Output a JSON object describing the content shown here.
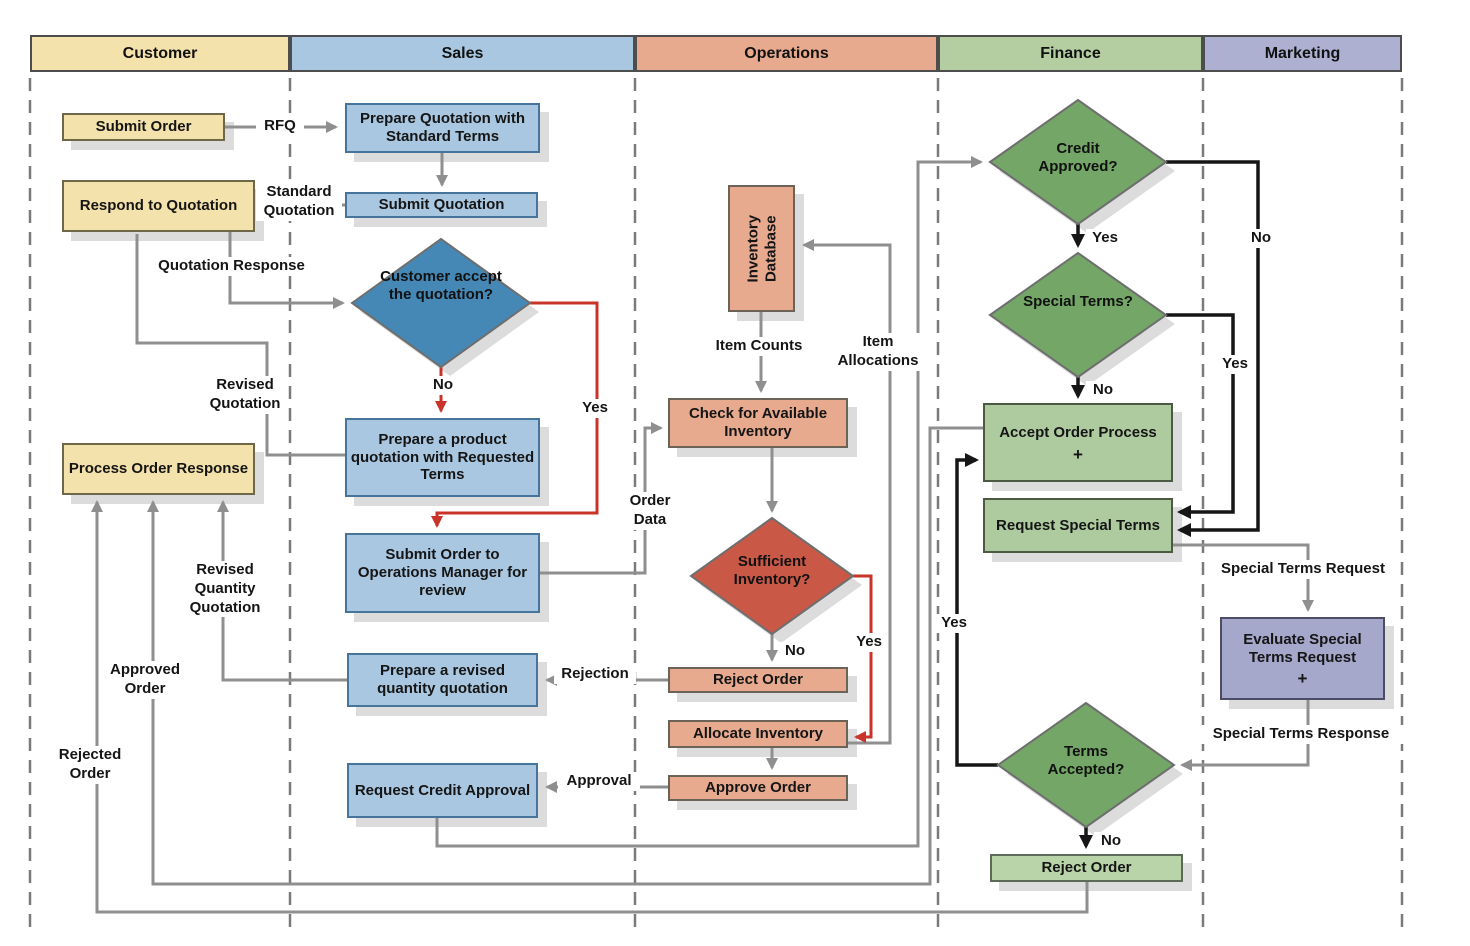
{
  "title": "Order process swimlane flowchart",
  "palette": {
    "lane_customer": "#F4E2AC",
    "lane_sales": "#A9C7E0",
    "lane_operations": "#E7AA8F",
    "lane_finance": "#B4CEA2",
    "lane_marketing": "#AEB0D1",
    "decision_blue": "#4588B5",
    "decision_red": "#C95847",
    "decision_green": "#73A667",
    "connector_gray": "#8f8f8f",
    "connector_black": "#161616",
    "connector_red": "#c8342a",
    "shadow": "#dcdcdc"
  },
  "lanes": [
    {
      "label": "Customer"
    },
    {
      "label": "Sales"
    },
    {
      "label": "Operations"
    },
    {
      "label": "Finance"
    },
    {
      "label": "Marketing"
    }
  ],
  "nodes": {
    "submit_order": "Submit Order",
    "respond_quotation": "Respond to Quotation",
    "process_order_response": "Process Order Response",
    "prepare_quotation_std": "Prepare Quotation with Standard Terms",
    "submit_quotation": "Submit Quotation",
    "accept_quotation_q": "Customer accept the quotation?",
    "prepare_product_quotation": "Prepare a product quotation with Requested Terms",
    "submit_order_ops": "Submit Order to Operations Manager for review",
    "prepare_revised_qty": "Prepare a revised quantity quotation",
    "request_credit_approval": "Request Credit Approval",
    "inventory_database": "Inventory Database",
    "check_available_inventory": "Check for Available Inventory",
    "sufficient_inventory_q": "Sufficient Inventory?",
    "reject_order_ops": "Reject Order",
    "allocate_inventory": "Allocate Inventory",
    "approve_order": "Approve Order",
    "credit_approved_q": "Credit Approved?",
    "special_terms_q": "Special Terms?",
    "accept_order_process": "Accept Order Process",
    "accept_order_process_marker": "+",
    "request_special_terms": "Request Special Terms",
    "terms_accepted_q": "Terms Accepted?",
    "reject_order_fin": "Reject Order",
    "evaluate_special_terms": "Evaluate Special Terms Request",
    "evaluate_special_terms_marker": "+"
  },
  "edge_labels": {
    "rfq": "RFQ",
    "standard_quotation": "Standard Quotation",
    "quotation_response": "Quotation Response",
    "revised_quotation": "Revised Quotation",
    "revised_quantity_quotation": "Revised Quantity Quotation",
    "approved_order": "Approved Order",
    "rejected_order": "Rejected Order",
    "order_data": "Order Data",
    "item_counts": "Item Counts",
    "item_allocations": "Item Allocations",
    "rejection": "Rejection",
    "approval": "Approval",
    "special_terms_request": "Special Terms Request",
    "special_terms_response": "Special Terms Response",
    "accept_no": "No",
    "accept_yes": "Yes",
    "sufficient_no": "No",
    "sufficient_yes": "Yes",
    "credit_yes": "Yes",
    "credit_no": "No",
    "special_yes": "Yes",
    "special_no": "No",
    "terms_yes": "Yes",
    "terms_no": "No"
  }
}
